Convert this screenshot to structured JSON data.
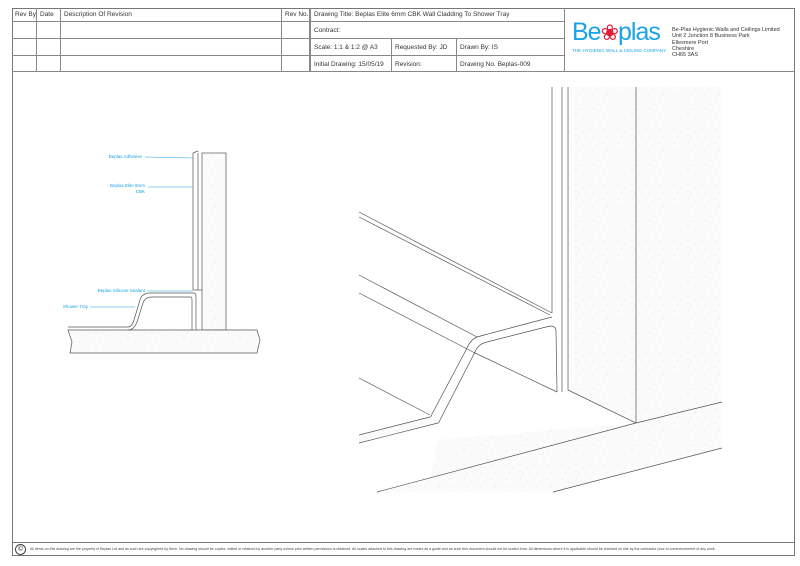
{
  "revision_table": {
    "headers": {
      "rev_by": "Rev By",
      "date": "Date",
      "description": "Description Of Revision",
      "rev_no": "Rev No."
    }
  },
  "title_block": {
    "drawing_title": "Drawing Title: Beplas Elite 6mm CBK Wall Cladding To Shower Tray",
    "contract": "Contract:",
    "scale": "Scale: 1:1 & 1:2 @ A3",
    "requested_by": "Requested By:  JD",
    "drawn_by": "Drawn By: IS",
    "initial_drawing": "Initial Drawing:  15/05/19",
    "revision": "Revision:",
    "drawing_no": "Drawing No. Beplas-009"
  },
  "company": {
    "logo_text": "Beplas",
    "logo_b": "Be",
    "logo_plas": "plas",
    "tagline": "THE HYGIENIC WALL & CEILING COMPANY",
    "address": [
      "Be-Plas Hygienic Walls and Ceilings Limited",
      "Unit 2 Junction 8 Business Park",
      "Ellesmere Port",
      "Cheshire",
      "CH65 3AS"
    ],
    "brand_color": "#1aa3e8",
    "logo_accent_color": "#e0203a"
  },
  "labels": {
    "adhesive": "Beplas Adhesive",
    "elite": "Beplas Elite 6mm CBK",
    "sealant": "Beplas Silicone Sealant",
    "tray": "Shower Tray"
  },
  "footer": {
    "copyright_icon": "copyright-icon",
    "text": "All items on this drawing are the property of Beplas Ltd and as such are copyrighted by them. No drawing should be copied, edited or retained by another party unless prior written permission is obtained. All scales attached to this drawing are meant as a guide and as such this document should not be scaled from. All dimensions where it is applicable should be checked on site by the contractor prior to commencement of any work."
  }
}
